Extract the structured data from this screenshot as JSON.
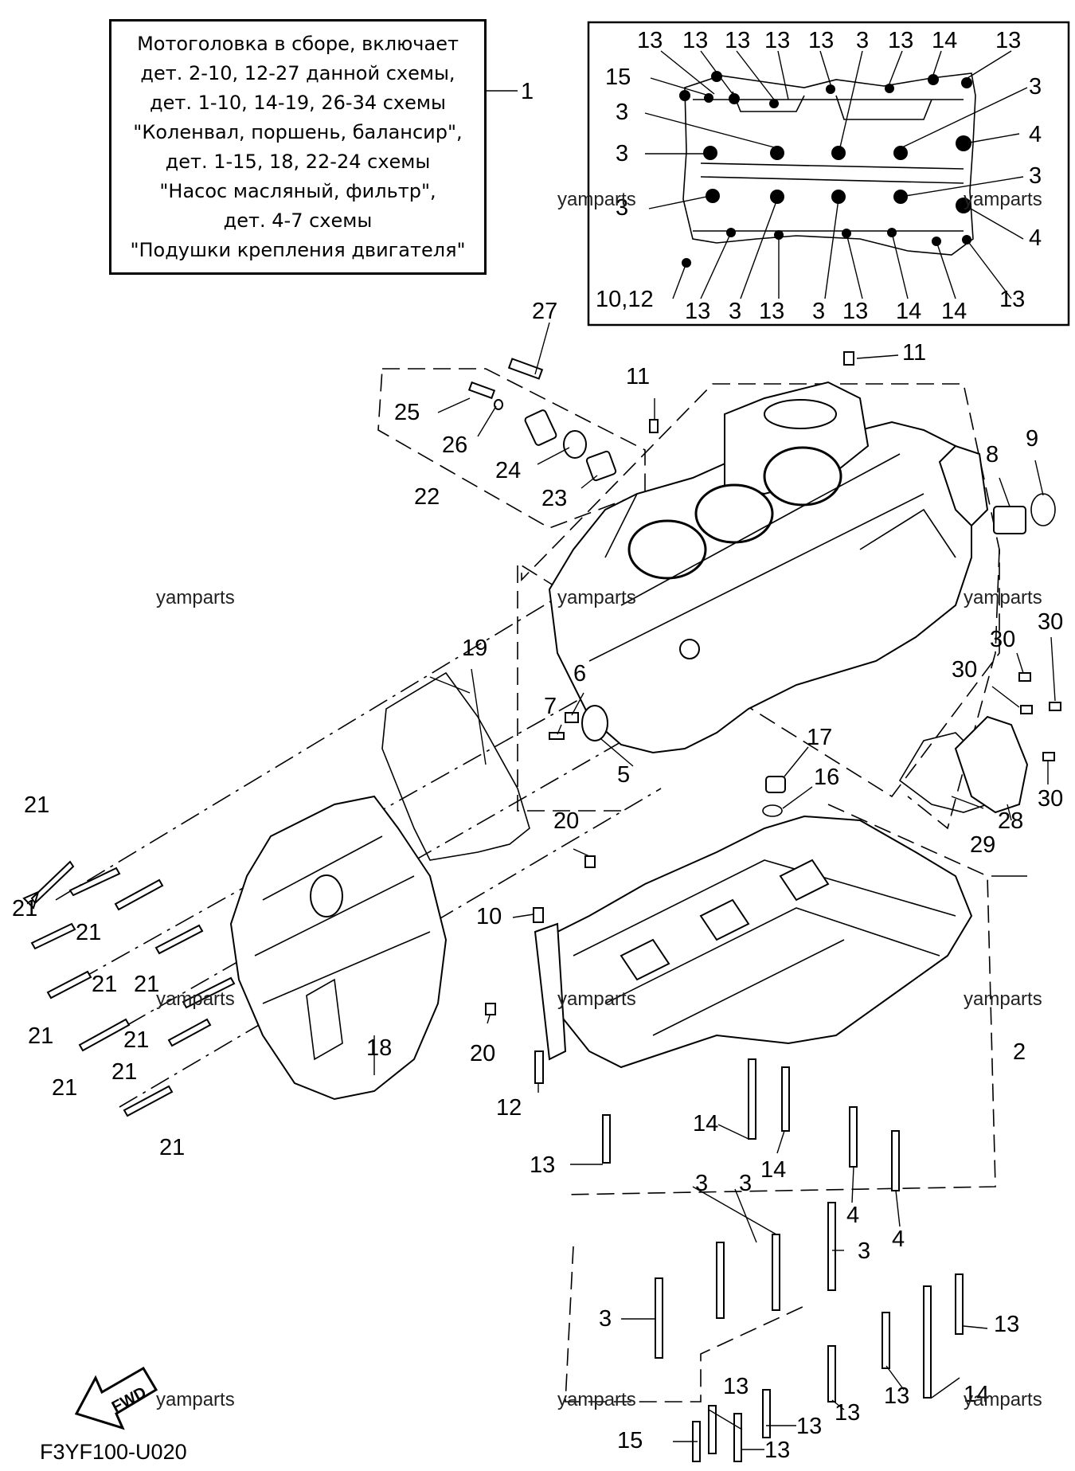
{
  "note": {
    "lines": [
      "Мотоголовка в сборе, включает",
      "дет. 2-10, 12-27 данной схемы,",
      "дет. 1-10, 14-19, 26-34 схемы",
      "\"Коленвал, поршень, балансир\",",
      "дет. 1-15, 18, 22-24 схемы",
      "\"Насос масляный, фильтр\",",
      "дет. 4-7 схемы",
      "\"Подушки крепления двигателя\""
    ]
  },
  "diagram_code": "F3YF100-U020",
  "watermark": "yamparts",
  "fwd_label": "FWD",
  "inset": {
    "top_labels": [
      "13",
      "13",
      "13",
      "13",
      "13",
      "3",
      "13",
      "14",
      "13"
    ],
    "left_labels": [
      "15",
      "3",
      "3",
      "3"
    ],
    "right_labels": [
      "3",
      "4",
      "3",
      "4"
    ],
    "bottom_labels": [
      "10,12",
      "13",
      "3",
      "13",
      "3",
      "13",
      "14",
      "14",
      "13"
    ]
  },
  "callouts": {
    "c1": "1",
    "c2": "2",
    "c3": "3",
    "c4": "4",
    "c5": "5",
    "c6": "6",
    "c7": "7",
    "c8": "8",
    "c9": "9",
    "c10": "10",
    "c11": "11",
    "c12": "12",
    "c13": "13",
    "c14": "14",
    "c15": "15",
    "c16": "16",
    "c17": "17",
    "c18": "18",
    "c19": "19",
    "c20": "20",
    "c21": "21",
    "c22": "22",
    "c23": "23",
    "c24": "24",
    "c25": "25",
    "c26": "26",
    "c27": "27",
    "c28": "28",
    "c29": "29",
    "c30": "30"
  }
}
